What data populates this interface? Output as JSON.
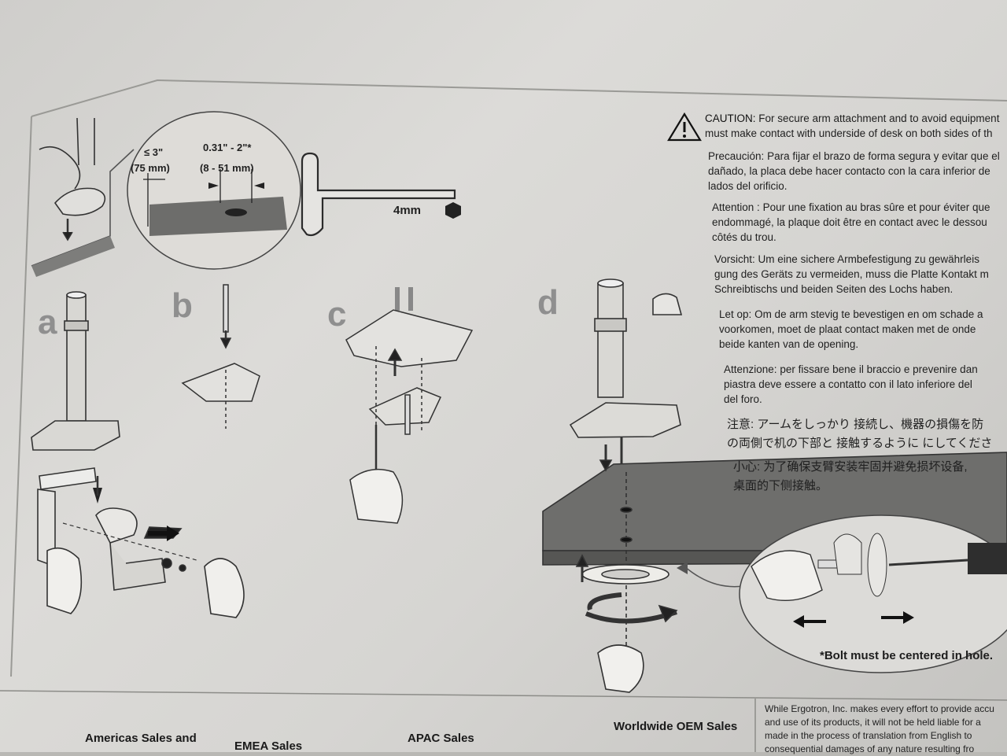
{
  "diagram": {
    "clearance_label": "≤ 3\"",
    "clearance_mm": "(75 mm)",
    "thickness_label": "0.31\" - 2\"*",
    "thickness_mm": "(8 - 51 mm)",
    "wrench_size": "4mm",
    "steps": [
      "a",
      "b",
      "c",
      "d"
    ],
    "bolt_note": "*Bolt must be centered in hole."
  },
  "warnings": [
    {
      "lead": "CAUTION:",
      "text": "For secure arm attachment and to avoid equipment",
      "line2": "must make contact with underside of desk on both sides of th"
    },
    {
      "lead": "Precaución:",
      "text": "Para fijar el brazo de forma segura y evitar que el",
      "line2": "dañado, la placa debe hacer contacto con la cara inferior de",
      "line3": "lados del orificio."
    },
    {
      "lead": "Attention :",
      "text": "Pour une fixation au bras sûre et pour éviter que",
      "line2": "endommagé, la plaque doit être en contact avec le dessou",
      "line3": "côtés du trou."
    },
    {
      "lead": "Vorsicht:",
      "text": "Um eine sichere Armbefestigung zu gewährleis",
      "line2": "gung des Geräts zu vermeiden, muss die Platte Kontakt m",
      "line3": "Schreibtischs und beiden Seiten des Lochs haben."
    },
    {
      "lead": "Let op:",
      "text": "Om de arm stevig te bevestigen en om schade a",
      "line2": "voorkomen, moet de plaat contact maken met de onde",
      "line3": "beide kanten van de opening."
    },
    {
      "lead": "Attenzione:",
      "text": "per fissare bene il braccio e prevenire dan",
      "line2": "piastra deve essere a contatto con il lato inferiore del",
      "line3": "del foro."
    },
    {
      "lead": "注意:",
      "text": "アームをしっかり 接続し、機器の損傷を防",
      "line2": "の両側で机の下部と 接触するように にしてくださ"
    },
    {
      "lead": "小心:",
      "text": "为了确保支臂安装牢固并避免损坏设备,",
      "line2": "桌面的下侧接触。"
    }
  ],
  "footer": {
    "americas": "Americas Sales and",
    "emea": "EMEA Sales",
    "apac": "APAC Sales",
    "oem": "Worldwide OEM Sales",
    "disclaimer": [
      "While Ergotron, Inc. makes every effort to provide accu",
      "and use of its products, it will not be held liable for a",
      "made in the process of translation from English to",
      "consequential damages of any nature resulting fro"
    ]
  }
}
